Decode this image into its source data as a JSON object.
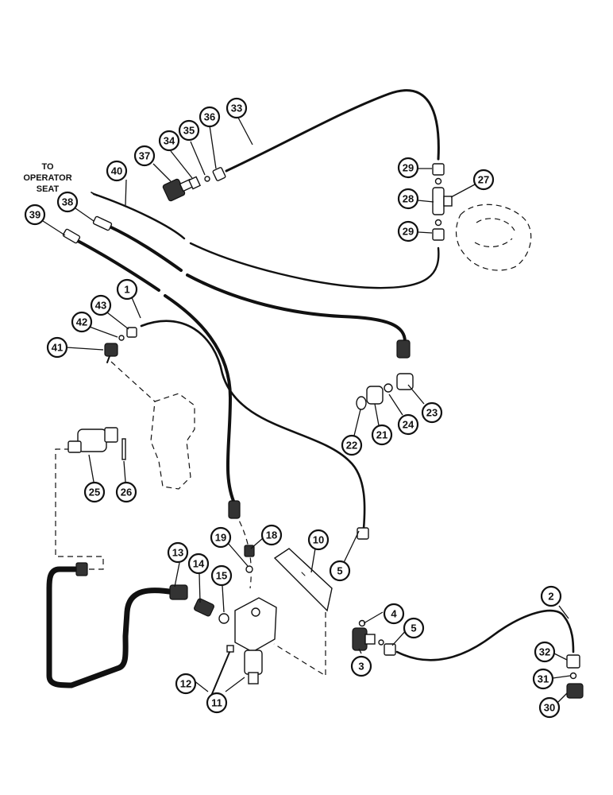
{
  "note": {
    "line1": "TO",
    "line2": "OPERATOR",
    "line3": "SEAT"
  },
  "callouts": [
    "1",
    "2",
    "3",
    "4",
    "5",
    "5",
    "10",
    "11",
    "12",
    "13",
    "14",
    "15",
    "18",
    "19",
    "21",
    "22",
    "23",
    "24",
    "25",
    "26",
    "27",
    "28",
    "29",
    "29",
    "30",
    "31",
    "32",
    "33",
    "34",
    "35",
    "36",
    "37",
    "38",
    "39",
    "40",
    "41",
    "42",
    "43"
  ]
}
